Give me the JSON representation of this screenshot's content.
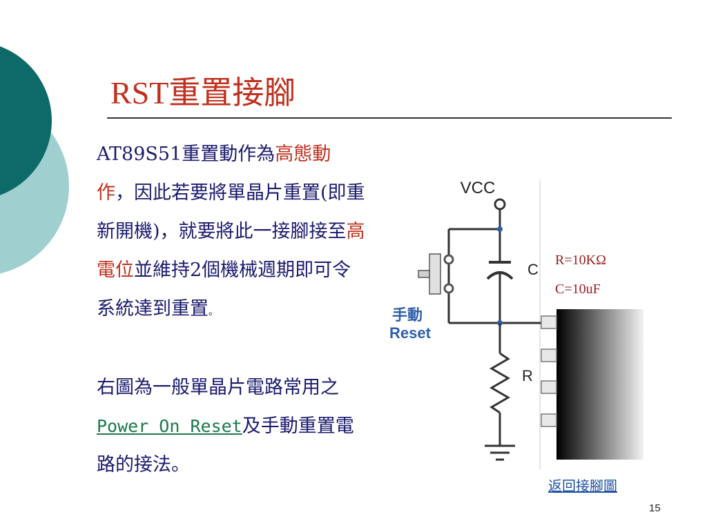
{
  "slide": {
    "title": "RST重置接腳",
    "paragraph1": {
      "a": "AT89S51重置動作為",
      "b": "高態",
      "c": "動作",
      "d": "，因此若要將單晶片重置(即重新開機)，就要將此一接腳接至",
      "e": "高電位",
      "f": "並維持2個機械週期即可令系統達到重置",
      "g": "。"
    },
    "paragraph2": {
      "a": "右圖為一般單晶片電路常用之",
      "link": "Power On Reset",
      "b": "及手動重置電路的接法。"
    },
    "circuit": {
      "vcc": "VCC",
      "c_label": "C",
      "r_label": "R",
      "manual_line1": "手動",
      "manual_line2": "Reset"
    },
    "values": {
      "r": "R=10KΩ",
      "c": "C=10uF"
    },
    "back_link": "返回接腳圖",
    "page_number": "15"
  },
  "colors": {
    "title_red": "#c0301e",
    "body_blue": "#1a1a6e",
    "teal_dark": "#0e6a68",
    "teal_light": "#9fd0cf",
    "circuit_blue": "#2f5fa8"
  }
}
